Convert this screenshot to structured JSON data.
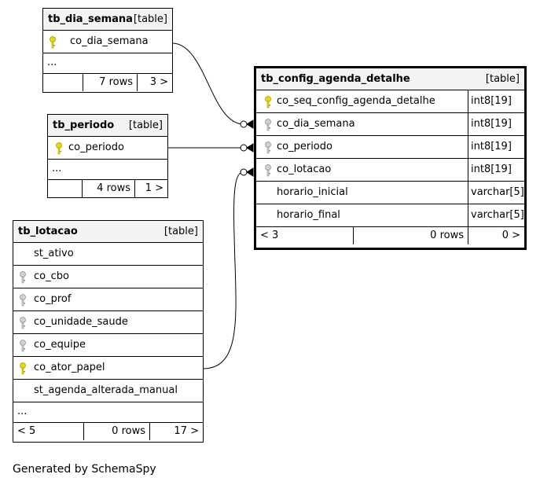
{
  "tables": {
    "tb_dia_semana": {
      "name": "tb_dia_semana",
      "kind": "[table]",
      "columns": [
        {
          "name": "co_dia_semana",
          "key": "primary"
        }
      ],
      "ellipsis": "...",
      "footer": {
        "left": "",
        "rows": "7 rows",
        "right": "3 >"
      }
    },
    "tb_periodo": {
      "name": "tb_periodo",
      "kind": "[table]",
      "columns": [
        {
          "name": "co_periodo",
          "key": "primary"
        }
      ],
      "ellipsis": "...",
      "footer": {
        "left": "",
        "rows": "4 rows",
        "right": "1 >"
      }
    },
    "tb_lotacao": {
      "name": "tb_lotacao",
      "kind": "[table]",
      "columns": [
        {
          "name": "st_ativo",
          "key": "none"
        },
        {
          "name": "co_cbo",
          "key": "foreign"
        },
        {
          "name": "co_prof",
          "key": "foreign"
        },
        {
          "name": "co_unidade_saude",
          "key": "foreign"
        },
        {
          "name": "co_equipe",
          "key": "foreign"
        },
        {
          "name": "co_ator_papel",
          "key": "primary"
        },
        {
          "name": "st_agenda_alterada_manual",
          "key": "none"
        }
      ],
      "ellipsis": "...",
      "footer": {
        "left": "< 5",
        "rows": "0 rows",
        "right": "17 >"
      }
    },
    "tb_config_agenda_detalhe": {
      "name": "tb_config_agenda_detalhe",
      "kind": "[table]",
      "columns": [
        {
          "name": "co_seq_config_agenda_detalhe",
          "type": "int8[19]",
          "key": "primary"
        },
        {
          "name": "co_dia_semana",
          "type": "int8[19]",
          "key": "foreign"
        },
        {
          "name": "co_periodo",
          "type": "int8[19]",
          "key": "foreign"
        },
        {
          "name": "co_lotacao",
          "type": "int8[19]",
          "key": "foreign"
        },
        {
          "name": "horario_inicial",
          "type": "varchar[5]",
          "key": "none"
        },
        {
          "name": "horario_final",
          "type": "varchar[5]",
          "key": "none"
        }
      ],
      "footer": {
        "left": "< 3",
        "rows": "0 rows",
        "right": "0 >"
      }
    }
  },
  "colors": {
    "primary_key": "#e6d800",
    "foreign_key": "#b4b4b4",
    "header_bg": "#f3f3f3"
  },
  "generated_by": "Generated by SchemaSpy"
}
